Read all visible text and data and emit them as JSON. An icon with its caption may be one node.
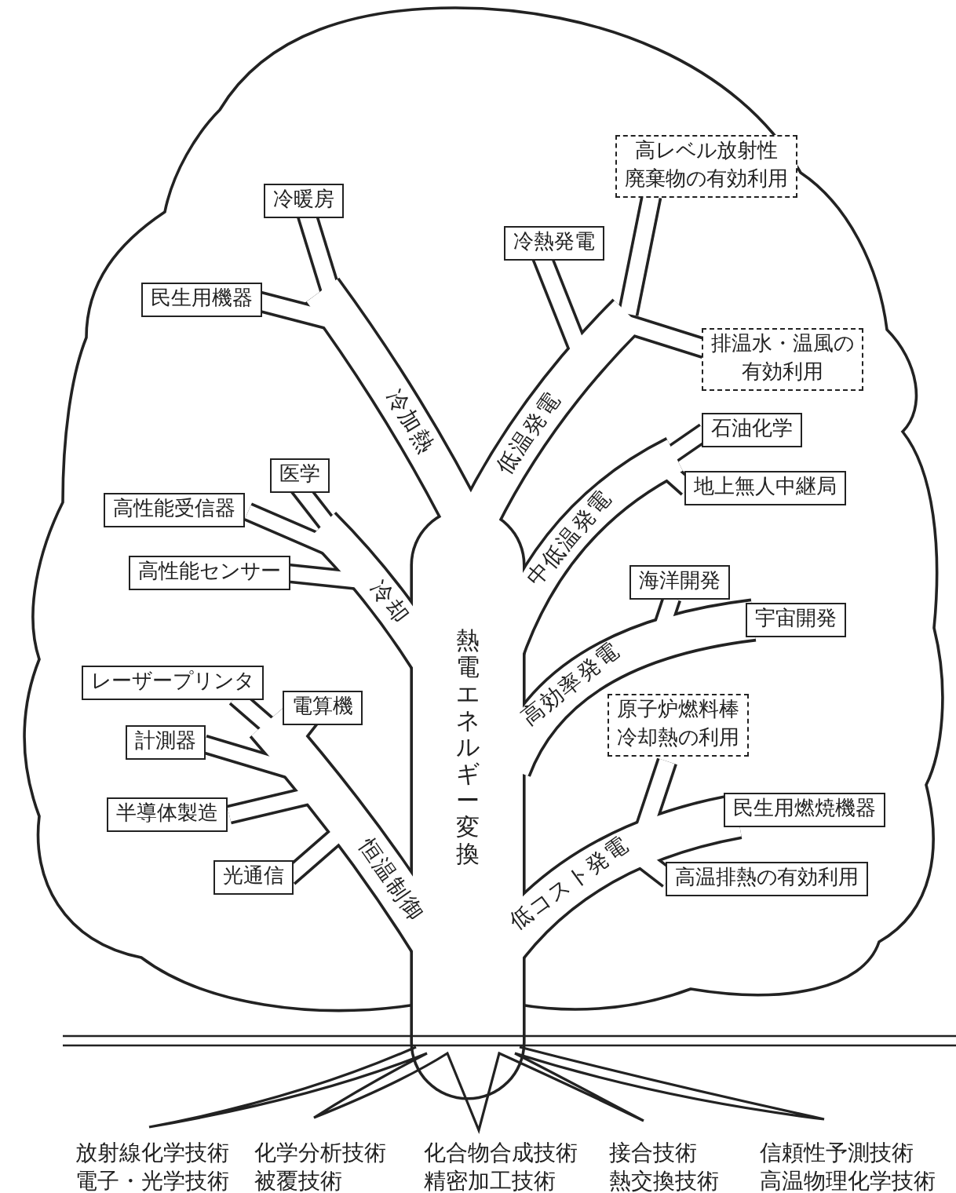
{
  "diagram": {
    "nodes": [
      {
        "text": [
          "高レベル放射性廃棄物の有効利用"
        ]
      },
      {
        "text": [
          "冷暖房"
        ]
      },
      {
        "text": [
          "冷熱発電"
        ]
      },
      {
        "text": [
          "排温水・温風の有効利用"
        ]
      },
      {
        "text": [
          "民生用機器"
        ]
      },
      {
        "text": [
          "石油化学"
        ]
      },
      {
        "text": [
          "地上無人中継局"
        ]
      },
      {
        "text": [
          "医学"
        ]
      },
      {
        "text": [
          "高性能受信器"
        ]
      },
      {
        "text": [
          "高性能センサー"
        ]
      },
      {
        "text": [
          "海洋開発"
        ]
      },
      {
        "text": [
          "宇宙開発"
        ]
      },
      {
        "text": [
          "レーザープリンタ"
        ]
      },
      {
        "text": [
          "電算機"
        ]
      },
      {
        "text": [
          "原子炉燃料棒冷却熱の利用"
        ]
      },
      {
        "text": [
          "計測器"
        ]
      },
      {
        "text": [
          "半導体製造"
        ]
      },
      {
        "text": [
          "民生用燃焼機器"
        ]
      },
      {
        "text": [
          "光通信"
        ]
      },
      {
        "text": [
          "高温排熱の有効利用"
        ]
      }
    ],
    "labels": [
      "冷加熱",
      "低温発電",
      "中低温発電",
      "冷却",
      "熱電エネルギー変換",
      "高効率発電",
      "恒温制御",
      "低コスト発電",
      "放射線化学技術",
      "化学分析技術",
      "化合物合成技術",
      "接合技術",
      "信頼性予測技術",
      "電子・光学技術",
      "被覆技術",
      "精密加工技術",
      "熱交換技術",
      "高温物理化学技術"
    ]
  }
}
